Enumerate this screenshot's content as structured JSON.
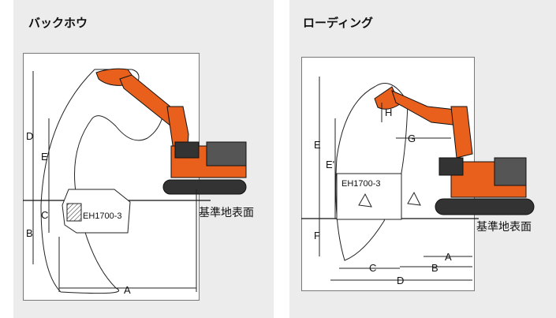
{
  "backhoe": {
    "title": "バックホウ",
    "ground_label": "基準地表面",
    "truck_label": "EH1700-3",
    "dims": [
      "D",
      "E",
      "C",
      "B",
      "A"
    ]
  },
  "loading": {
    "title": "ローディング",
    "ground_label": "基準地表面",
    "truck_label": "EH1700-3",
    "dims": [
      "E",
      "E'",
      "F",
      "H",
      "G",
      "A",
      "B",
      "C",
      "D"
    ]
  },
  "colors": {
    "machine": "#e8601c",
    "outline": "#111111",
    "panel_bg": "#ececec"
  }
}
